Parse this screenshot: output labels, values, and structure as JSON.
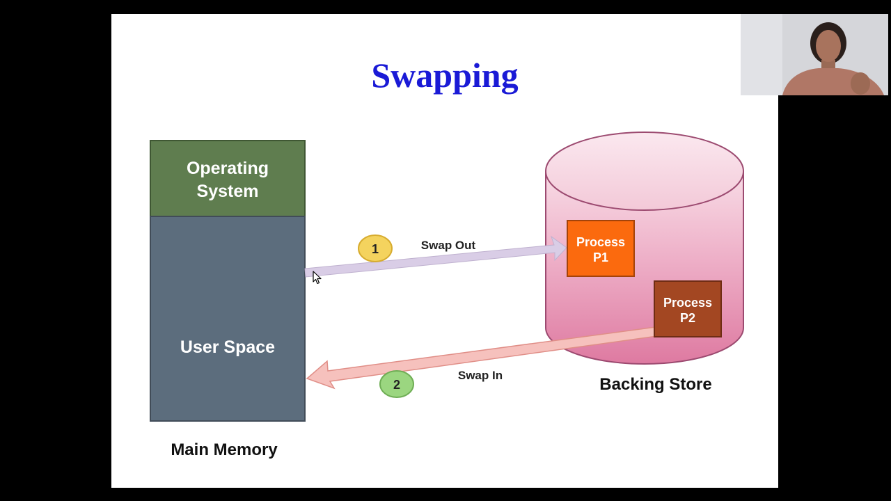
{
  "slide": {
    "title": "Swapping"
  },
  "main_memory": {
    "os_block_label_line1": "Operating",
    "os_block_label_line2": "System",
    "user_space_label": "User Space",
    "caption": "Main Memory"
  },
  "backing_store": {
    "caption": "Backing Store",
    "process_p1_line1": "Process",
    "process_p1_line2": "P1",
    "process_p2_line1": "Process",
    "process_p2_line2": "P2"
  },
  "swap_out": {
    "step": "1",
    "label": "Swap Out"
  },
  "swap_in": {
    "step": "2",
    "label": "Swap In"
  },
  "colors": {
    "title": "#1a1ad6",
    "os_block": "#5f7d4f",
    "user_space_block": "#5c6d7d",
    "cylinder_top": "#f7d6e2",
    "cylinder_bottom": "#df7ea4",
    "process_p1": "#fb6a0e",
    "process_p2": "#a34722",
    "swap_out_arrow": "#d9cde6",
    "swap_in_arrow": "#f6c1bd",
    "step1_badge": "#f4d35e",
    "step2_badge": "#9bd680"
  },
  "webcam": {
    "icon": "presenter-webcam"
  }
}
